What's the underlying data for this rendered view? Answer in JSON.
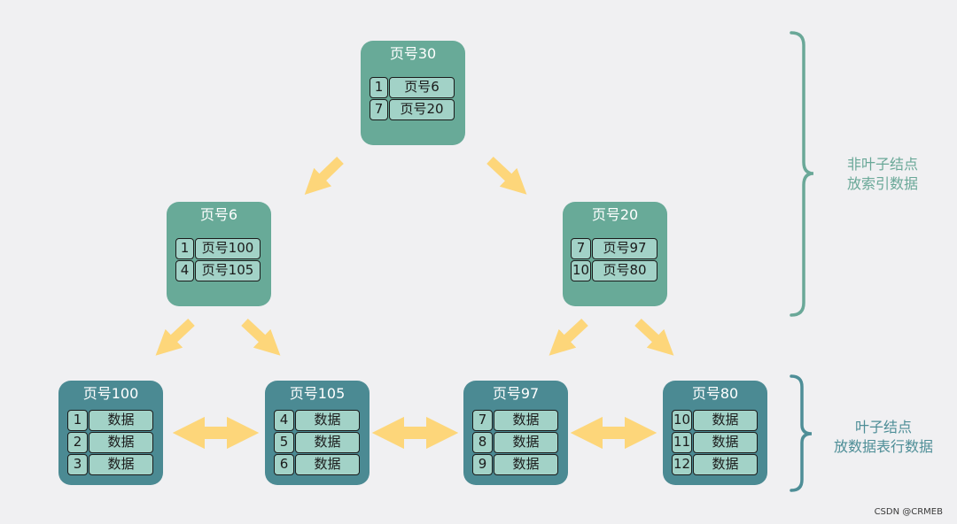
{
  "nodes": {
    "root": {
      "title": "页号30",
      "rows": [
        {
          "key": "1",
          "value": "页号6"
        },
        {
          "key": "7",
          "value": "页号20"
        }
      ]
    },
    "inner_left": {
      "title": "页号6",
      "rows": [
        {
          "key": "1",
          "value": "页号100"
        },
        {
          "key": "4",
          "value": "页号105"
        }
      ]
    },
    "inner_right": {
      "title": "页号20",
      "rows": [
        {
          "key": "7",
          "value": "页号97"
        },
        {
          "key": "10",
          "value": "页号80"
        }
      ]
    },
    "leaf_100": {
      "title": "页号100",
      "rows": [
        {
          "key": "1",
          "value": "数据"
        },
        {
          "key": "2",
          "value": "数据"
        },
        {
          "key": "3",
          "value": "数据"
        }
      ]
    },
    "leaf_105": {
      "title": "页号105",
      "rows": [
        {
          "key": "4",
          "value": "数据"
        },
        {
          "key": "5",
          "value": "数据"
        },
        {
          "key": "6",
          "value": "数据"
        }
      ]
    },
    "leaf_97": {
      "title": "页号97",
      "rows": [
        {
          "key": "7",
          "value": "数据"
        },
        {
          "key": "8",
          "value": "数据"
        },
        {
          "key": "9",
          "value": "数据"
        }
      ]
    },
    "leaf_80": {
      "title": "页号80",
      "rows": [
        {
          "key": "10",
          "value": "数据"
        },
        {
          "key": "11",
          "value": "数据"
        },
        {
          "key": "12",
          "value": "数据"
        }
      ]
    }
  },
  "labels": {
    "non_leaf_line1": "非叶子结点",
    "non_leaf_line2": "放索引数据",
    "leaf_line1": "叶子结点",
    "leaf_line2": "放数据表行数据"
  },
  "watermark": "CSDN @CRMEB",
  "colors": {
    "background": "#f0f0f2",
    "inner_node": "#68aa98",
    "leaf_node": "#4b8a93",
    "cell": "#a2d2c7",
    "arrow": "#fdd67a",
    "upper_bracket": "#6aa898",
    "lower_bracket": "#4e8e97"
  }
}
